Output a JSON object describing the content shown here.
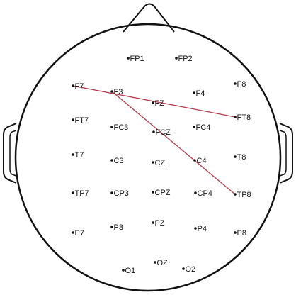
{
  "colors": {
    "outline": "#111111",
    "connection": "#b03a4a",
    "electrode_dot": "#111111",
    "background": "#ffffff"
  },
  "electrodes": [
    {
      "id": "FP1",
      "label": "FP1"
    },
    {
      "id": "FP2",
      "label": "FP2"
    },
    {
      "id": "F7",
      "label": "F7"
    },
    {
      "id": "F3",
      "label": "F3"
    },
    {
      "id": "FZ",
      "label": "FZ"
    },
    {
      "id": "F4",
      "label": "F4"
    },
    {
      "id": "F8",
      "label": "F8"
    },
    {
      "id": "FT7",
      "label": "FT7"
    },
    {
      "id": "FC3",
      "label": "FC3"
    },
    {
      "id": "FCZ",
      "label": "FCZ"
    },
    {
      "id": "FC4",
      "label": "FC4"
    },
    {
      "id": "FT8",
      "label": "FT8"
    },
    {
      "id": "T7",
      "label": "T7"
    },
    {
      "id": "C3",
      "label": "C3"
    },
    {
      "id": "CZ",
      "label": "CZ"
    },
    {
      "id": "C4",
      "label": "C4"
    },
    {
      "id": "T8",
      "label": "T8"
    },
    {
      "id": "TP7",
      "label": "TP7"
    },
    {
      "id": "CP3",
      "label": "CP3"
    },
    {
      "id": "CPZ",
      "label": "CPZ"
    },
    {
      "id": "CP4",
      "label": "CP4"
    },
    {
      "id": "TP8",
      "label": "TP8"
    },
    {
      "id": "P7",
      "label": "P7"
    },
    {
      "id": "P3",
      "label": "P3"
    },
    {
      "id": "PZ",
      "label": "PZ"
    },
    {
      "id": "P4",
      "label": "P4"
    },
    {
      "id": "P8",
      "label": "P8"
    },
    {
      "id": "O1",
      "label": "O1"
    },
    {
      "id": "OZ",
      "label": "OZ"
    },
    {
      "id": "O2",
      "label": "O2"
    }
  ],
  "connections": [
    {
      "from": "F7",
      "to": "FT8"
    },
    {
      "from": "F3",
      "to": "TP8"
    }
  ]
}
